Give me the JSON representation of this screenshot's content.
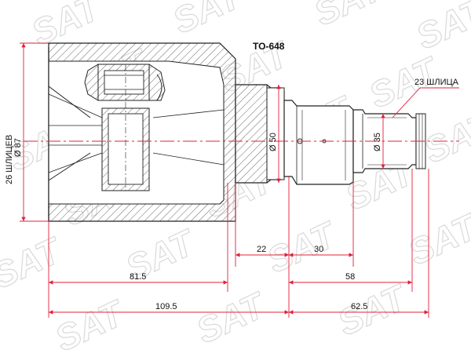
{
  "part_number": "TO-648",
  "watermark_text": "SAT",
  "labels": {
    "outer_splines": "26 ШЛИЦЕВ",
    "inner_splines": "23 ШЛИЦА",
    "diameter_outer": "Ø 87",
    "diameter_neck": "Ø 50",
    "diameter_shaft": "Ø 35"
  },
  "dimensions": {
    "d22": "22",
    "d30": "30",
    "d815": "81.5",
    "d58": "58",
    "d1095": "109.5",
    "d625": "62.5"
  },
  "colors": {
    "outline": "#222222",
    "dimension": "#e0203a",
    "hatch": "#555555",
    "watermark": "#d9d9d9"
  }
}
